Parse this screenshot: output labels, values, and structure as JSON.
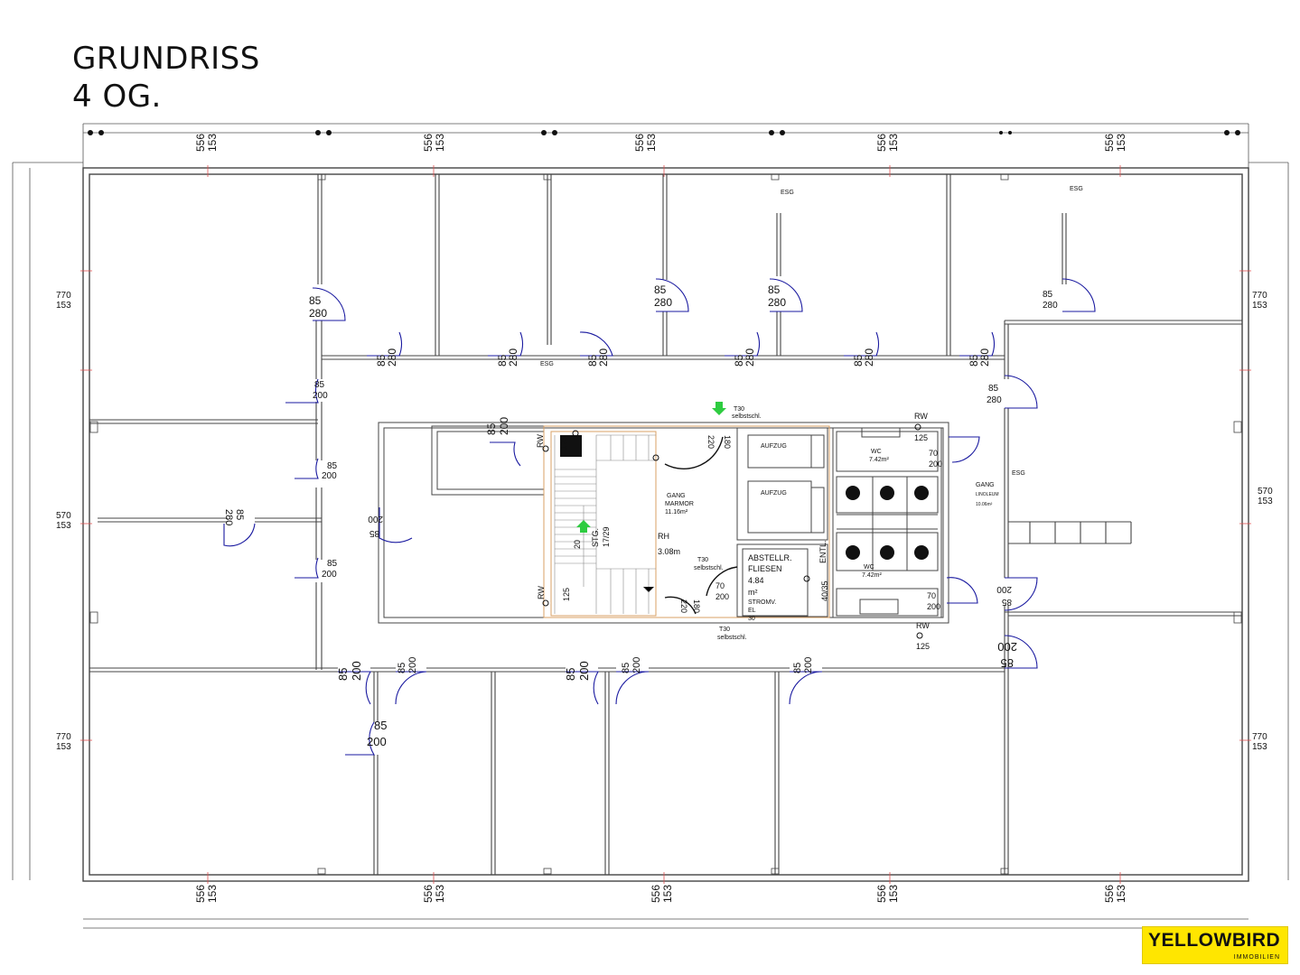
{
  "title": {
    "line1": "GRUNDRISS",
    "line2": "4 OG."
  },
  "logo": {
    "brand": "YELLOWBIRD",
    "sub": "IMMOBILIEN",
    "color": "#ffe600"
  },
  "colors": {
    "wall": "#444444",
    "door": "#1a1aa0",
    "accent": "#2ecc40",
    "stair": "#d9a066",
    "grid": "#e05050"
  },
  "dims": {
    "top": [
      [
        "556",
        "153"
      ],
      [
        "556",
        "153"
      ],
      [
        "556",
        "153"
      ],
      [
        "556",
        "153"
      ],
      [
        "556",
        "153"
      ]
    ],
    "bottom": [
      [
        "556",
        "153"
      ],
      [
        "556",
        "153"
      ],
      [
        "556",
        "153"
      ],
      [
        "556",
        "153"
      ],
      [
        "556",
        "153"
      ]
    ],
    "left": [
      [
        "770",
        "153"
      ],
      [
        "570",
        "153"
      ],
      [
        "770",
        "153"
      ]
    ],
    "right": [
      [
        "770",
        "153"
      ],
      [
        "570",
        "153"
      ],
      [
        "770",
        "153"
      ]
    ]
  },
  "doors": [
    [
      "85",
      "280"
    ],
    [
      "85",
      "280"
    ],
    [
      "85",
      "280"
    ],
    [
      "85",
      "280"
    ],
    [
      "85",
      "280"
    ],
    [
      "85",
      "280"
    ],
    [
      "85",
      "280"
    ],
    [
      "85",
      "280"
    ],
    [
      "85",
      "280"
    ],
    [
      "85",
      "280"
    ],
    [
      "85",
      "200"
    ],
    [
      "85",
      "200"
    ],
    [
      "85",
      "280"
    ],
    [
      "85",
      "200"
    ],
    [
      "85",
      "200"
    ],
    [
      "85",
      "280"
    ],
    [
      "85",
      "200"
    ],
    [
      "85",
      "200"
    ],
    [
      "85",
      "200"
    ],
    [
      "85",
      "200"
    ],
    [
      "85",
      "200"
    ],
    [
      "85",
      "200"
    ],
    [
      "85",
      "200"
    ],
    [
      "85",
      "200"
    ],
    [
      "85",
      "200"
    ]
  ],
  "labels": {
    "esg": "ESG",
    "t30_1": "T30",
    "t30_2": "selbstschl.",
    "rw": "RW",
    "n125": "125",
    "aufzug": "AUFZUG",
    "wc": "WC",
    "wc_area": "7.42m²",
    "gang1": "GANG",
    "gang1b": "MARMOR",
    "gang1c": "11.16m²",
    "gang2": "GANG",
    "gang2b": "LINOLEUM",
    "gang2c": "10.06m²",
    "stg_a": "20",
    "stg_b": "STG.",
    "stg_c": "17/29",
    "rh_a": "RH",
    "rh_b": "3.08m",
    "abst_a": "ABSTELLR.",
    "abst_b": "FLIESEN",
    "abst_c": "4.84",
    "abst_d": "m²",
    "strom_a": "STROMV.",
    "strom_b": "EL",
    "strom_c": "30",
    "entl": "ENTL.",
    "n4035": "40/35",
    "n70": "70",
    "n200": "200",
    "n220": "220",
    "n180": "180",
    "n125b": "125"
  }
}
